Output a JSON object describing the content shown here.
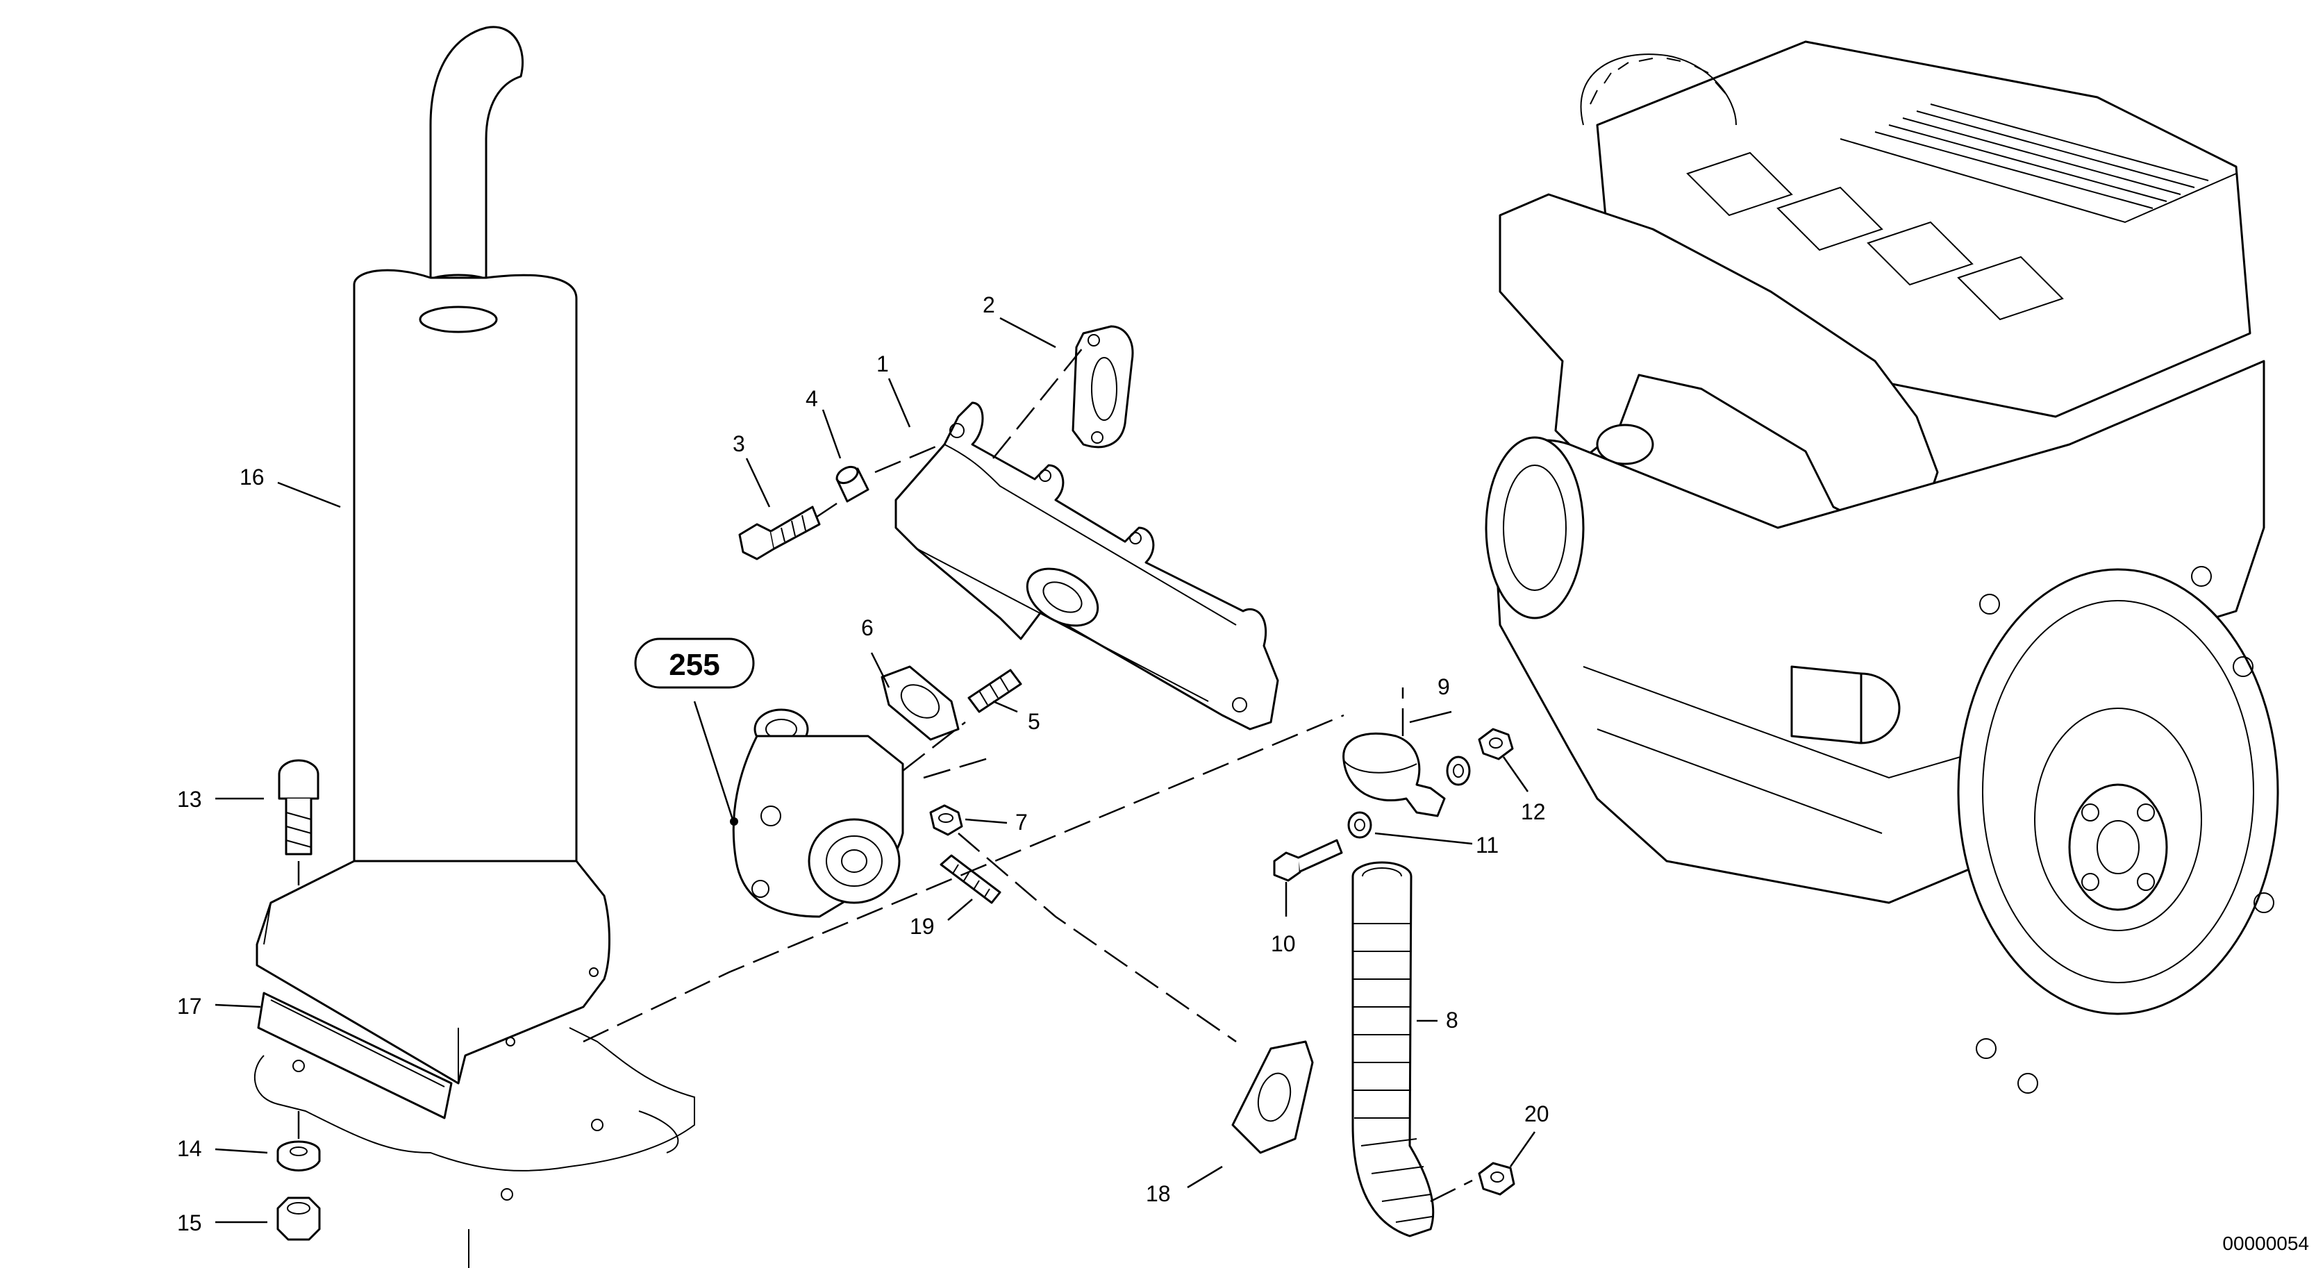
{
  "callouts": {
    "c1": "1",
    "c2": "2",
    "c3": "3",
    "c4": "4",
    "c5": "5",
    "c6": "6",
    "c7": "7",
    "c8": "8",
    "c9": "9",
    "c10": "10",
    "c11": "11",
    "c12": "12",
    "c13": "13",
    "c14": "14",
    "c15": "15",
    "c16": "16",
    "c17": "17",
    "c18": "18",
    "c19": "19",
    "c20": "20"
  },
  "reference_badge": "255",
  "document_number": "00000054"
}
